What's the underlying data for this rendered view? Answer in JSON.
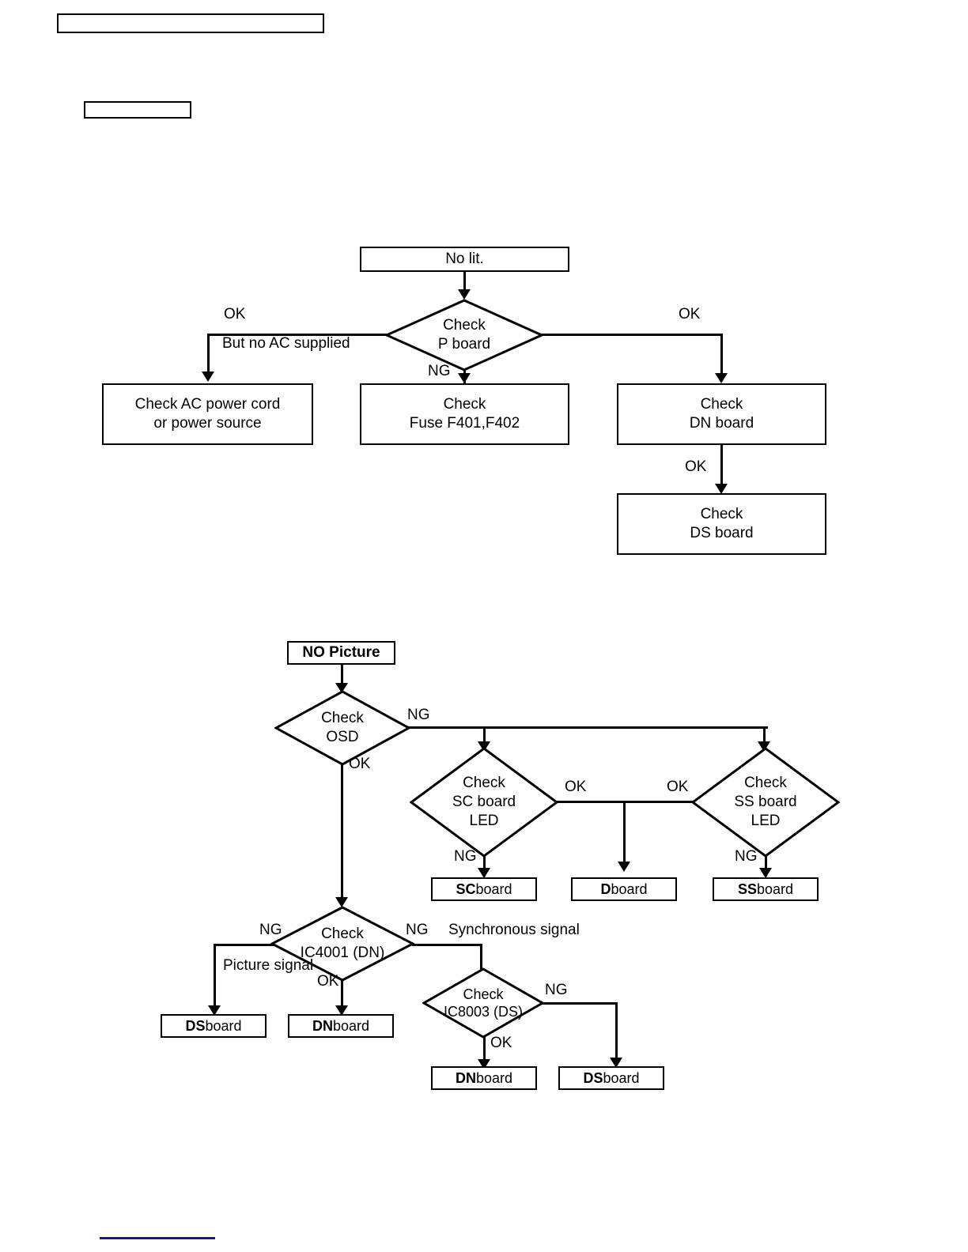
{
  "page": {
    "header_bar_1": "",
    "header_bar_2": ""
  },
  "flowchart_power": {
    "title": "No lit.",
    "nodes": {
      "start": "No lit.",
      "check_p_board": "Check\nP board",
      "check_ac": "Check AC power cord\nor power source",
      "check_fuse": "Check\nFuse F401,F402",
      "check_dn": "Check\nDN board",
      "check_ds": "Check\nDS board"
    },
    "labels": {
      "ok_left": "OK",
      "no_ac": "But no AC supplied",
      "ng_center": "NG",
      "ok_right": "OK",
      "ok_dn_to_ds": "OK"
    }
  },
  "flowchart_picture": {
    "nodes": {
      "start": "NO Picture",
      "check_osd": "Check\nOSD",
      "check_sc_led": "Check\nSC board\nLED",
      "check_ss_led": "Check\nSS board\nLED",
      "sc_board_bold": "SC",
      "sc_board_rest": " board",
      "d_board_bold": "D",
      "d_board_rest": " board",
      "ss_board_bold": "SS",
      "ss_board_rest": " board",
      "check_ic4001": "Check\nIC4001 (DN)",
      "check_ic8003": "Check\nIC8003 (DS)",
      "ds_board_left_bold": "DS",
      "ds_board_left_rest": " board",
      "dn_board_mid_bold": "DN",
      "dn_board_mid_rest": " board",
      "dn_board_low_bold": "DN",
      "dn_board_low_rest": " board",
      "ds_board_low_bold": "DS",
      "ds_board_low_rest": " board"
    },
    "labels": {
      "osd_ng": "NG",
      "osd_ok": "OK",
      "sc_ok": "OK",
      "ss_ok": "OK",
      "sc_ng": "NG",
      "ss_ng": "NG",
      "ic4001_ng_left": "NG",
      "ic4001_ng_right": "NG",
      "picture_signal": "Picture signal",
      "synchronous_signal": "Synchronous signal",
      "ic4001_ok": "OK",
      "ic8003_ng": "NG",
      "ic8003_ok": "OK"
    }
  },
  "colors": {
    "line": "#000000",
    "footer_rule": "#1a1a7a",
    "background": "#ffffff"
  }
}
